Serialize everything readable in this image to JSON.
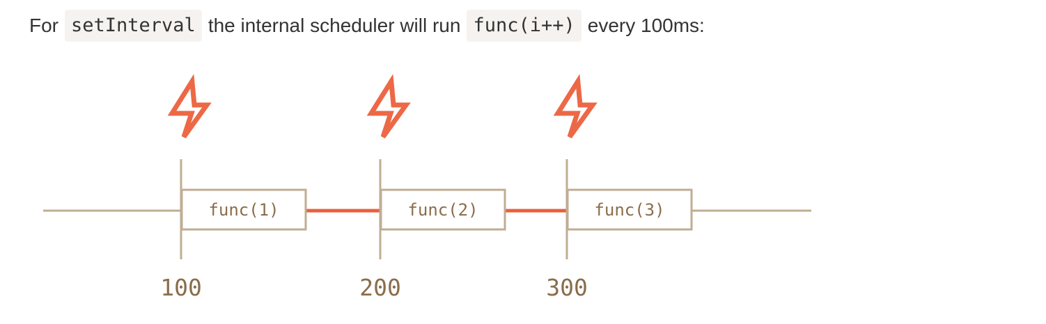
{
  "intro": {
    "prefix": "For",
    "code1": "setInterval",
    "middle": "the internal scheduler will run",
    "code2": "func(i++)",
    "suffix": "every 100ms:"
  },
  "diagram": {
    "calls": [
      {
        "label": "func(1)",
        "time": "100",
        "icon": "lightning-bolt-icon"
      },
      {
        "label": "func(2)",
        "time": "200",
        "icon": "lightning-bolt-icon"
      },
      {
        "label": "func(3)",
        "time": "300",
        "icon": "lightning-bolt-icon"
      }
    ],
    "colors": {
      "timeline": "#bfad93",
      "gap": "#e8603c",
      "bolt": "#ed6846",
      "label": "#8a6d4b",
      "boxFill": "#ffffff"
    }
  }
}
